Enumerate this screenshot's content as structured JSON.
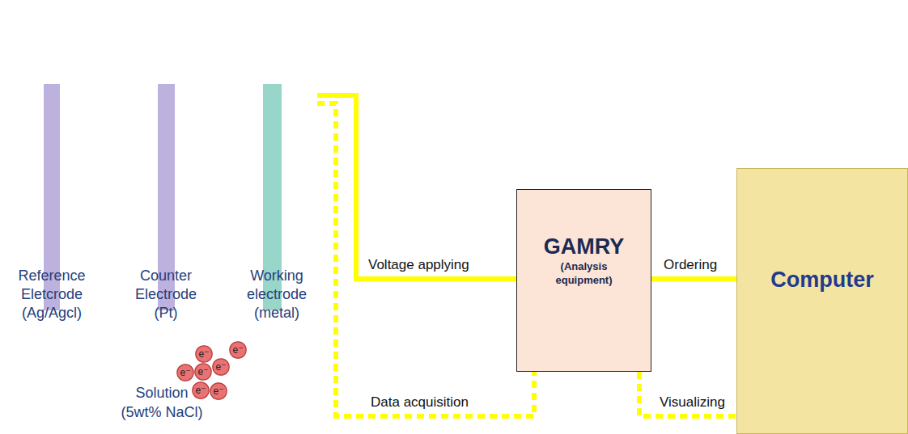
{
  "diagram": {
    "nodes": [
      {
        "text": [
          "Solution (5wt% NaCl)"
        ]
      },
      {
        "text": [
          "Reference Eletcrode (Ag/Agcl)"
        ],
        "in": 0
      },
      {
        "text": [
          "Counter Electrode (Pt)"
        ],
        "in": 0
      },
      {
        "text": [
          "Working electrode (metal)"
        ],
        "in": 0
      },
      {
        "text": [
          "e⁻"
        ],
        "in": 0
      },
      {
        "text": [
          "e⁻"
        ],
        "in": 0
      },
      {
        "text": [
          "e⁻"
        ],
        "in": 0
      },
      {
        "text": [
          "e⁻"
        ],
        "in": 0
      },
      {
        "text": [
          "e⁻"
        ],
        "in": 0
      },
      {
        "text": [
          "e⁻"
        ],
        "in": 0
      },
      {
        "text": [
          "e⁻"
        ],
        "in": 0
      },
      {
        "text": [
          "GAMRY",
          "(Analysis equipment)"
        ]
      },
      {
        "text": [
          "Computer"
        ]
      }
    ],
    "edges": [
      {
        "from": 3,
        "to": 11,
        "label": "Voltage applying",
        "arrow": "none"
      },
      {
        "from": 11,
        "to": 12,
        "label": "Ordering",
        "arrow": "none"
      },
      {
        "from": 3,
        "to": 11,
        "label": "Data acquisition",
        "arrow": "none"
      },
      {
        "from": 11,
        "to": 12,
        "label": "Visualizing",
        "arrow": "none"
      }
    ]
  }
}
